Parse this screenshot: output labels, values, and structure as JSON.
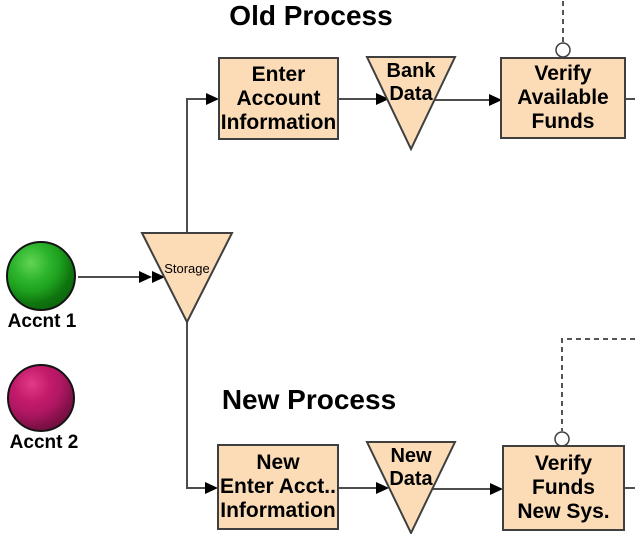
{
  "diagram": {
    "old_process": {
      "title": "Old Process",
      "enter_box": "Enter\nAccount\nInformation",
      "data_triangle": "Bank\nData",
      "verify_box": "Verify\nAvailable\nFunds"
    },
    "new_process": {
      "title": "New Process",
      "enter_box": "New\nEnter Acct..\nInformation",
      "data_triangle": "New\nData",
      "verify_box": "Verify\nFunds\nNew Sys."
    },
    "storage_triangle": "Storage",
    "entities": {
      "accnt1": "Accnt 1",
      "accnt2": "Accnt 2"
    },
    "colors": {
      "shape_fill": "#FBDCB7",
      "shape_border": "#3F3F3F",
      "connector": "#4D4D4D",
      "entity1_color": "#1FA21F",
      "entity2_color": "#B01763"
    }
  }
}
